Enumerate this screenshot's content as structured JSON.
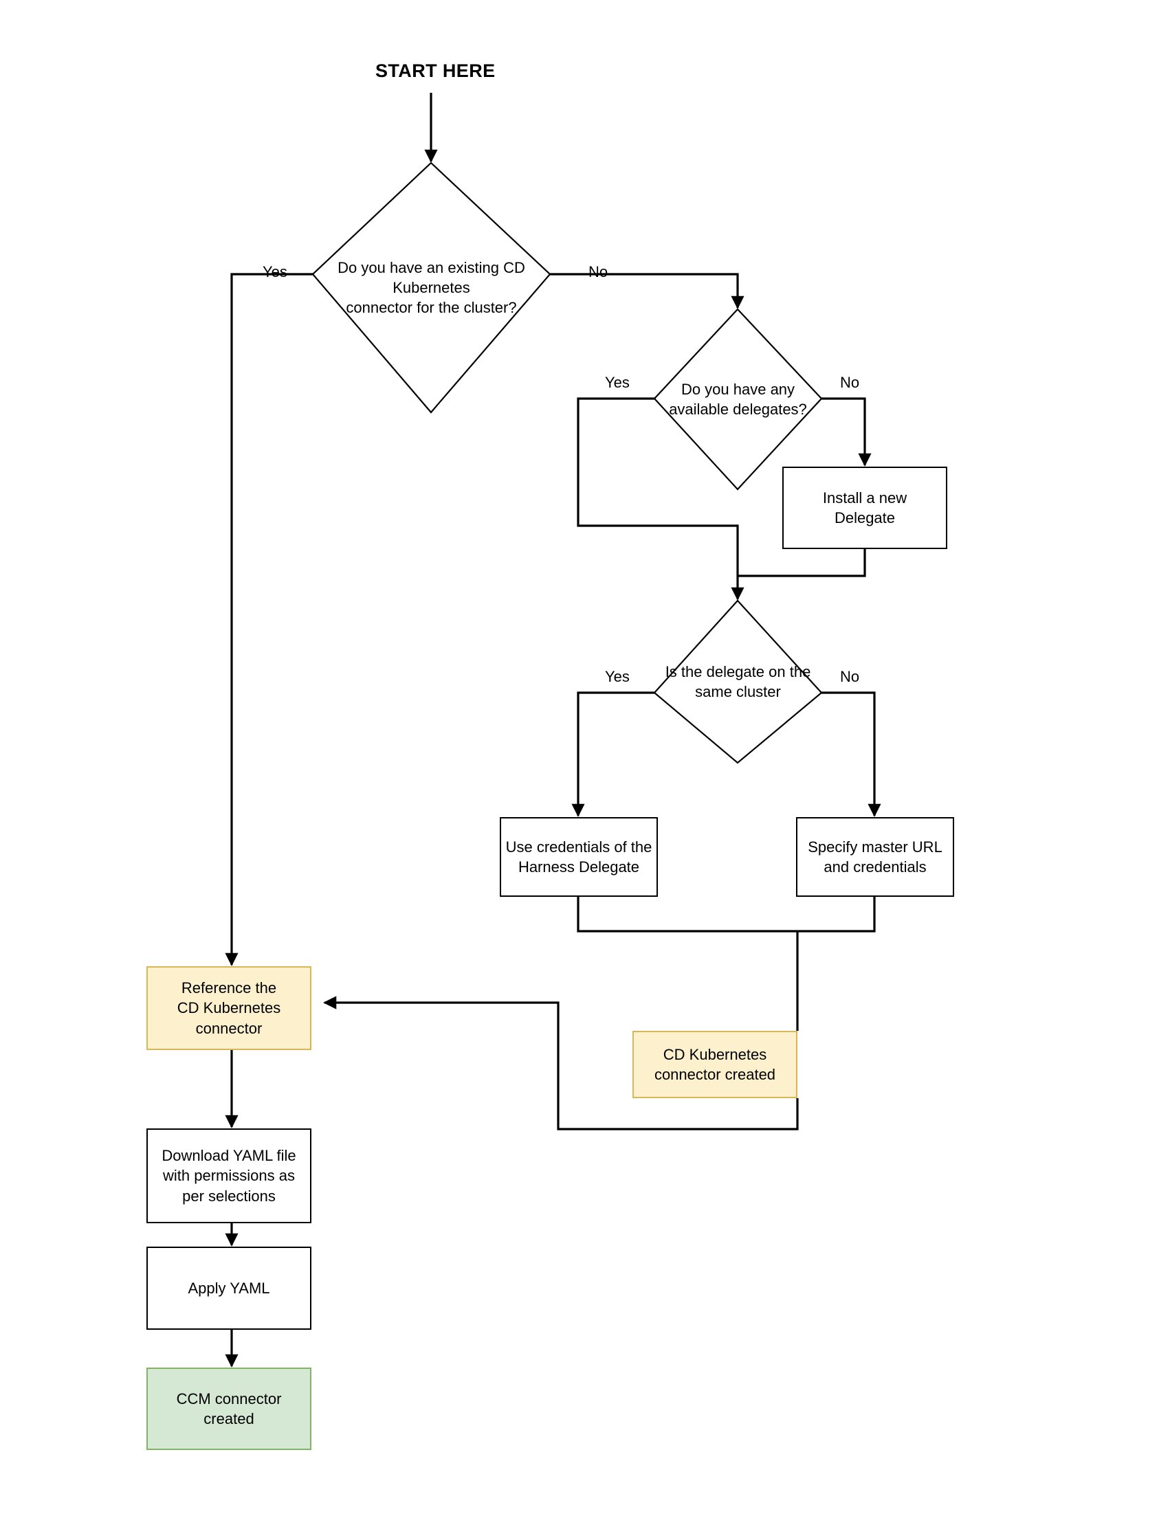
{
  "diagram": {
    "title": "START HERE",
    "type": "flowchart",
    "colors": {
      "line": "#000000",
      "process_fill": "#ffffff",
      "process_stroke": "#000000",
      "orange_fill": "#fdf0cd",
      "orange_stroke": "#d6b656",
      "green_fill": "#d5e8d4",
      "green_stroke": "#82b366"
    },
    "decisions": [
      {
        "id": "d1",
        "text": "Do you have an existing CD\nKubernetes\nconnector for the cluster?",
        "yes_label": "Yes",
        "no_label": "No"
      },
      {
        "id": "d2",
        "text": "Do you have any\navailable delegates?",
        "yes_label": "Yes",
        "no_label": "No"
      },
      {
        "id": "d3",
        "text": "Is the delegate on the\nsame cluster",
        "yes_label": "Yes",
        "no_label": "No"
      }
    ],
    "processes": [
      {
        "id": "p-install-delegate",
        "text": "Install a new\nDelegate",
        "style": "white"
      },
      {
        "id": "p-use-credentials",
        "text": "Use credentials of the\nHarness Delegate",
        "style": "white"
      },
      {
        "id": "p-specify-master-url",
        "text": "Specify master URL\nand credentials",
        "style": "white"
      },
      {
        "id": "p-reference-connector",
        "text": "Reference the\nCD Kubernetes\nconnector",
        "style": "orange"
      },
      {
        "id": "p-connector-created",
        "text": "CD Kubernetes\nconnector created",
        "style": "orange"
      },
      {
        "id": "p-download-yaml",
        "text": "Download YAML file\nwith permissions as\nper selections",
        "style": "white"
      },
      {
        "id": "p-apply-yaml",
        "text": "Apply YAML",
        "style": "white"
      },
      {
        "id": "p-ccm-created",
        "text": "CCM connector\ncreated",
        "style": "green"
      }
    ],
    "edge_labels": {
      "d1_yes": "Yes",
      "d1_no": "No",
      "d2_yes": "Yes",
      "d2_no": "No",
      "d3_yes": "Yes",
      "d3_no": "No"
    }
  }
}
